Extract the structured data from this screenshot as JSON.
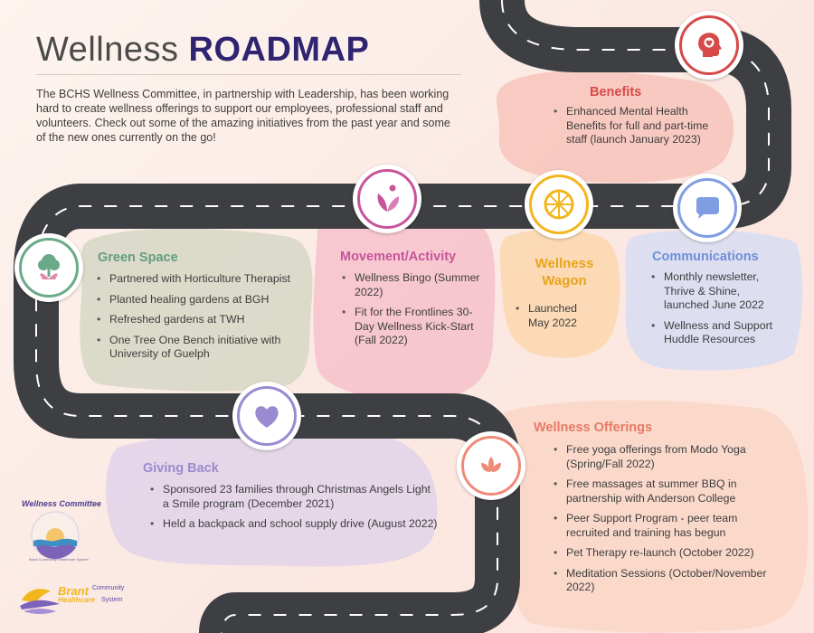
{
  "header": {
    "title_light": "Wellness",
    "title_bold": "ROADMAP",
    "intro": "The BCHS Wellness Committee, in partnership with Leadership, has been working hard to create wellness offerings to support our employees, professional staff and volunteers. Check out some of the amazing initiatives from the past year and some of the new ones currently on the go!"
  },
  "colors": {
    "road": "#3d3f43",
    "lane": "#ffffff",
    "benefits": "#d64a4a",
    "green": "#6aaa88",
    "movement": "#c7559a",
    "wagon": "#f2b61e",
    "communications": "#7f9de0",
    "giving": "#9a8ad0",
    "offerings": "#ef8a79"
  },
  "sections": {
    "benefits": {
      "title": "Benefits",
      "icon": "mental-health-head-icon",
      "items": [
        "Enhanced Mental Health Benefits for full and part-time staff (launch January 2023)"
      ]
    },
    "green_space": {
      "title": "Green Space",
      "icon": "tree-icon",
      "items": [
        "Partnered with Horticulture Therapist",
        "Planted healing gardens at BGH",
        "Refreshed gardens at TWH",
        "One Tree One Bench initiative with University of Guelph"
      ]
    },
    "movement": {
      "title": "Movement/Activity",
      "icon": "leaf-person-icon",
      "items": [
        "Wellness Bingo (Summer 2022)",
        "Fit for the Frontlines 30-Day Wellness Kick-Start (Fall 2022)"
      ]
    },
    "wagon": {
      "title_line1": "Wellness",
      "title_line2": "Wagon",
      "icon": "wagon-wheel-icon",
      "items": [
        "Launched May 2022"
      ]
    },
    "communications": {
      "title": "Communications",
      "icon": "chat-bubble-icon",
      "items": [
        "Monthly newsletter, Thrive & Shine, launched June 2022",
        "Wellness and Support Huddle Resources"
      ]
    },
    "giving_back": {
      "title": "Giving Back",
      "icon": "heart-icon",
      "items": [
        "Sponsored 23 families through Christmas Angels Light a Smile program (December 2021)",
        "Held a backpack and school supply drive (August 2022)"
      ]
    },
    "offerings": {
      "title": "Wellness Offerings",
      "icon": "lotus-icon",
      "items": [
        "Free yoga offerings from Modo Yoga (Spring/Fall 2022)",
        "Free massages at summer BBQ in partnership with Anderson College",
        "Peer Support Program - peer team recruited and training has begun",
        "Pet Therapy re-launch (October 2022)",
        "Meditation Sessions (October/November 2022)"
      ]
    }
  },
  "logos": {
    "committee_text": "Wellness Committee",
    "committee_sub": "Brant Community Healthcare System",
    "brant_word": "Brant",
    "brant_community": "Community",
    "brant_healthcare": "Healthcare",
    "brant_system": "System"
  }
}
